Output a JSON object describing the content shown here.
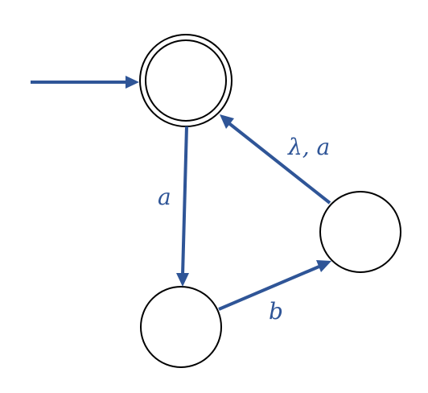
{
  "diagram": {
    "colors": {
      "edge": "#2f5597",
      "label": "#2f5597",
      "state_stroke": "#000000"
    },
    "states": [
      {
        "id": "q0",
        "start": true,
        "accepting": true
      },
      {
        "id": "q1",
        "start": false,
        "accepting": false
      },
      {
        "id": "q2",
        "start": false,
        "accepting": false
      }
    ],
    "transitions": [
      {
        "from": "q0",
        "to": "q1",
        "label": "a"
      },
      {
        "from": "q1",
        "to": "q2",
        "label": "b"
      },
      {
        "from": "q2",
        "to": "q0",
        "label": "λ, a"
      }
    ]
  }
}
